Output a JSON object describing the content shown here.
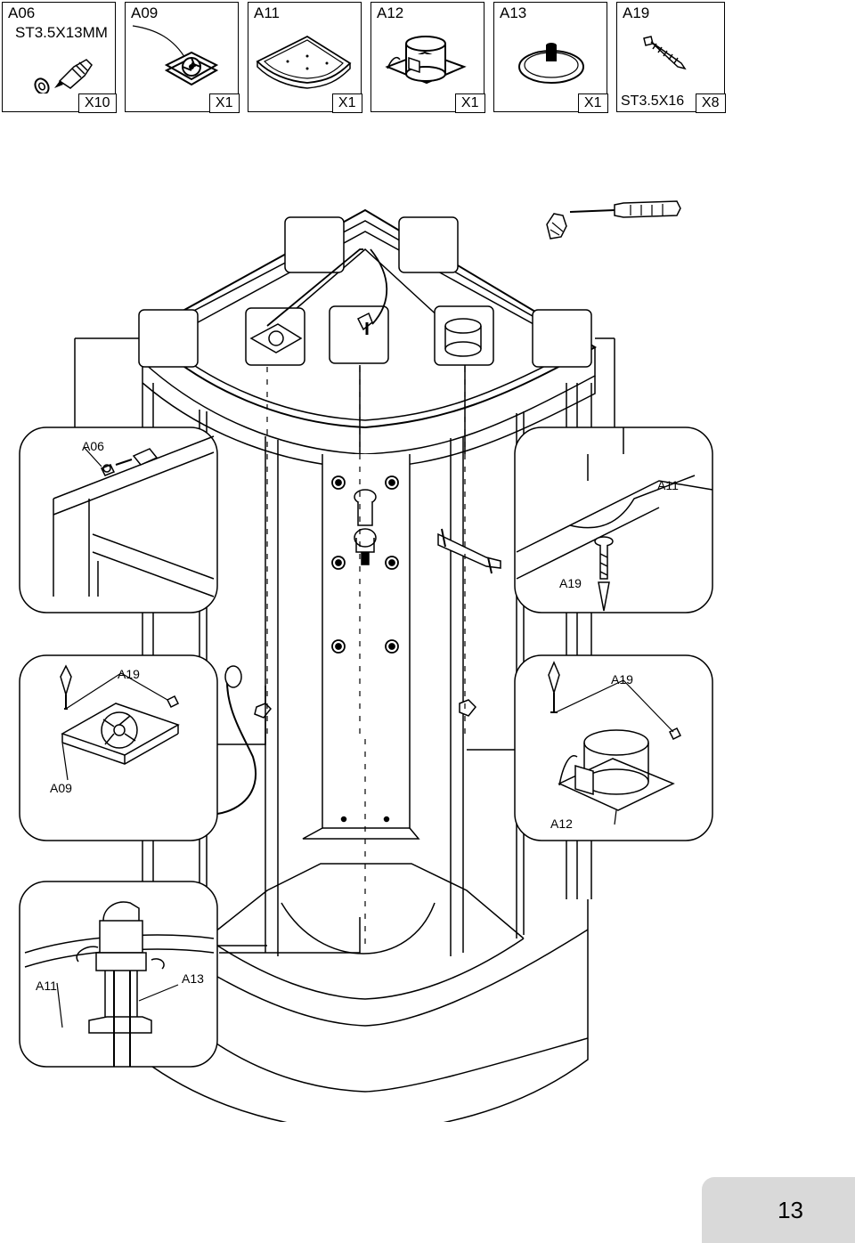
{
  "parts": [
    {
      "code": "A06",
      "spec": "ST3.5X13MM",
      "qty": "X10",
      "icon": "screw-with-washer-icon"
    },
    {
      "code": "A09",
      "qty": "X1",
      "icon": "fan-icon"
    },
    {
      "code": "A11",
      "qty": "X1",
      "icon": "roof-panel-icon"
    },
    {
      "code": "A12",
      "qty": "X1",
      "icon": "speaker-icon"
    },
    {
      "code": "A13",
      "qty": "X1",
      "icon": "shower-head-icon"
    },
    {
      "code": "A19",
      "spec": "ST3.5X16",
      "qty": "X8",
      "icon": "screw-icon"
    }
  ],
  "tool_icon": "screwdriver-icon",
  "callouts": {
    "a06": "A06",
    "a11_right": "A11",
    "a19_right_top": "A19",
    "a19_left": "A19",
    "a09": "A09",
    "a19_right_mid": "A19",
    "a12": "A12",
    "a11_bottom": "A11",
    "a13": "A13"
  },
  "page_number": "13"
}
